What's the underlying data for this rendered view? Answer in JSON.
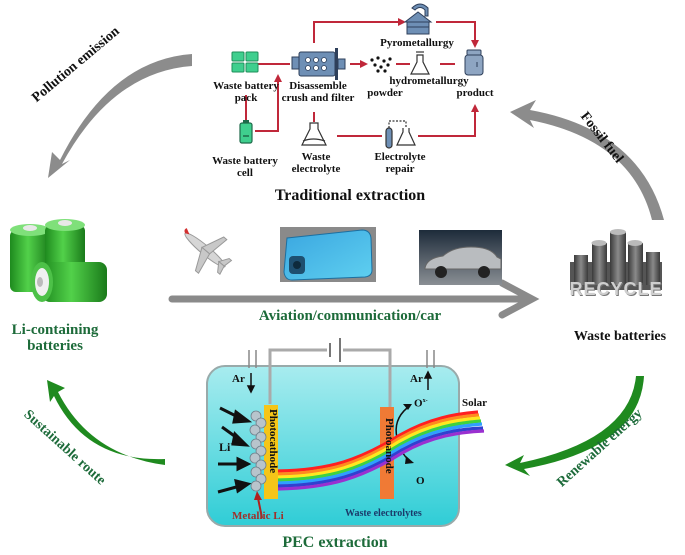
{
  "traditional": {
    "title": "Traditional extraction",
    "nodes": {
      "waste_pack": [
        "Waste battery",
        "pack"
      ],
      "waste_cell": [
        "Waste battery",
        "cell"
      ],
      "disassemble": [
        "Disassemble",
        "crush and filter"
      ],
      "pyro": "Pyrometallurgy",
      "hydro": "hydrometallurgy",
      "powder": "powder",
      "product": "product",
      "waste_electrolyte": [
        "Waste",
        "electrolyte"
      ],
      "electrolyte_repair": [
        "Electrolyte",
        "repair"
      ]
    },
    "line_color": "#c0283a",
    "icon_color": "#5a7aa0",
    "battery_color": "#3fcf8e"
  },
  "cycle": {
    "pollution": "Pollution emission",
    "fossil": "Fossil fuel",
    "sustainable": "Sustainable route",
    "renewable": "Renewable energy",
    "gray_arrow": "#888888",
    "green_arrow": "#1f8a1f"
  },
  "li_batteries": [
    "Li-containing",
    "batteries"
  ],
  "waste_batteries": {
    "label": "Waste batteries",
    "recycle_text": "RECYCLE"
  },
  "applications": {
    "label": "Aviation/communication/car",
    "items": [
      "airplane",
      "smartphone",
      "car"
    ]
  },
  "pec": {
    "title": "PEC extraction",
    "ar_in": "Ar",
    "ar_out": "Ar",
    "photocathode": "Photocathode",
    "photoanode": "Photoanode",
    "li_ion": "Li",
    "li_sup": "+",
    "ox": "O",
    "ox_sup": "x-",
    "o": "O",
    "solar": "Solar",
    "metallic_li": "Metallic Li",
    "waste_electrolytes": "Waste electrolytes",
    "cell_color": "#3fd3d9",
    "cathode_color": "#f5c518",
    "anode_color": "#f07a35"
  }
}
